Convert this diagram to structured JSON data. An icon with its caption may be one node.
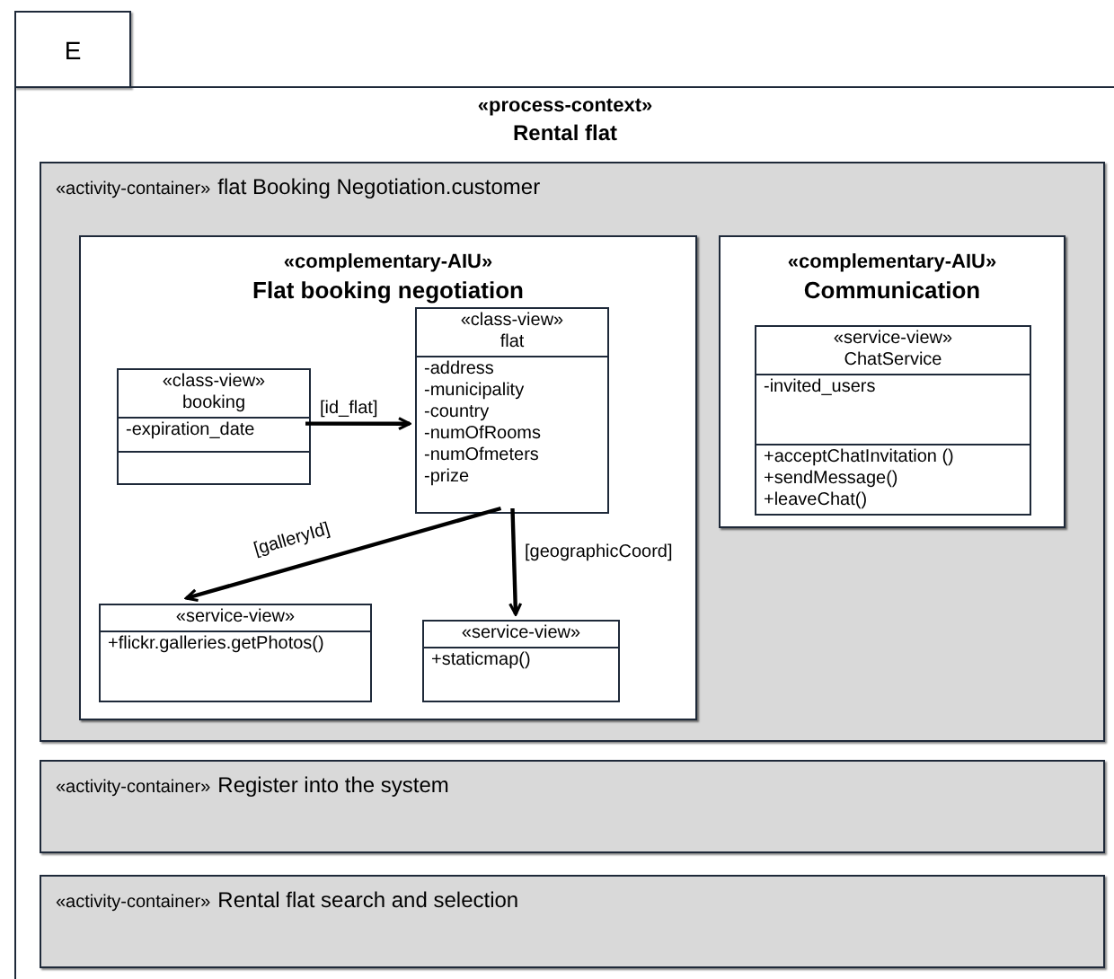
{
  "diagram": {
    "nodes": [
      {
        "text": [
          "E"
        ]
      },
      {
        "text": [
          "«process-context»",
          "Rental flat"
        ]
      },
      {
        "text": [
          "«activity-container»",
          "flat Booking Negotiation.customer"
        ],
        "in": 1
      },
      {
        "text": [
          "«complementary-AIU»",
          "Flat booking negotiation"
        ],
        "in": 2
      },
      {
        "text": [
          "«class-view»",
          "booking",
          "-expiration_date"
        ],
        "in": 3
      },
      {
        "text": [
          "«class-view»",
          "flat",
          "-address",
          "-municipality",
          "-country",
          "-numOfRooms",
          "-numOfmeters",
          "-prize"
        ],
        "in": 3
      },
      {
        "text": [
          "«service-view»",
          "+flickr.galleries.getPhotos()"
        ],
        "in": 3
      },
      {
        "text": [
          "«service-view»",
          "+staticmap()"
        ],
        "in": 3
      },
      {
        "text": [
          "«complementary-AIU»",
          "Communication"
        ],
        "in": 2
      },
      {
        "text": [
          "«service-view»",
          "ChatService",
          "-invited_users",
          "+acceptChatInvitation ()",
          "+sendMessage()",
          "+leaveChat()"
        ],
        "in": 8
      },
      {
        "text": [
          "«activity-container»",
          "Register into the system"
        ],
        "in": 1
      },
      {
        "text": [
          "«activity-container»",
          "Rental flat search and selection"
        ],
        "in": 1
      }
    ],
    "edges": [
      {
        "from": 4,
        "to": 5,
        "arrow": "to",
        "label": "[id_flat]"
      },
      {
        "from": 5,
        "to": 6,
        "arrow": "to",
        "label": "[galleryId]"
      },
      {
        "from": 5,
        "to": 7,
        "arrow": "to",
        "label": "[geographicCoord]"
      }
    ]
  }
}
